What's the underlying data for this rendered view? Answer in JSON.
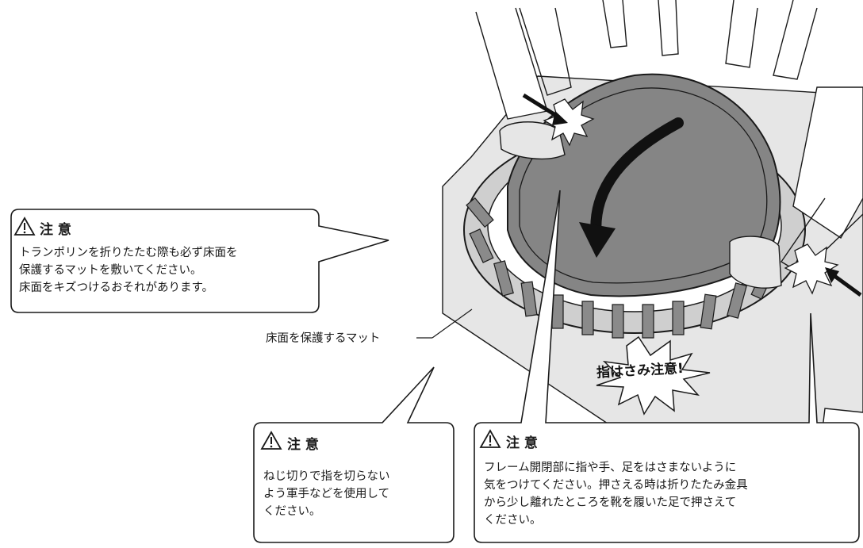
{
  "caution_left": {
    "title": "注 意",
    "lines": [
      "トランポリンを折りたたむ際も必ず床面を",
      "保護するマットを敷いてください。",
      "床面をキズつけるおそれがあります。"
    ]
  },
  "mat_label": "床面を保護するマット",
  "caution_mid": {
    "title": "注 意",
    "lines": [
      "ねじ切りで指を切らない",
      "よう軍手などを使用して",
      "ください。"
    ]
  },
  "caution_right": {
    "title": "注 意",
    "lines": [
      "フレーム開閉部に指や手、足をはさまないように",
      "気をつけてください。押さえる時は折りたたみ金具",
      "から少し離れたところを靴を履いた足で押さえて",
      "ください。"
    ]
  },
  "pinch_warning": "指はさみ注意!",
  "colors": {
    "mat_gray": "#e6e6e6",
    "jump_surface": "#858585",
    "line": "#1a1a1a"
  }
}
